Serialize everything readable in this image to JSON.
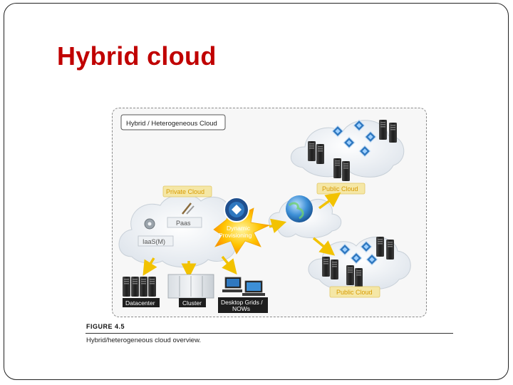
{
  "slide": {
    "title": "Hybrid cloud"
  },
  "figure": {
    "number": "FIGURE 4.5",
    "caption": "Hybrid/heterogeneous cloud overview."
  },
  "diagram": {
    "frame_label": "Hybrid / Heterogeneous Cloud",
    "private_cloud": "Private Cloud",
    "paas": "Paas",
    "iaas": "IaaS(M)",
    "provisioning_line1": "Dynamic",
    "provisioning_line2": "Provisioning",
    "public_cloud_top": "Public Cloud",
    "public_cloud_bottom": "Public Cloud",
    "datacenter": "Datacenter",
    "cluster": "Cluster",
    "desktop_line1": "Desktop Grids /",
    "desktop_line2": "NOWs"
  },
  "colors": {
    "title": "#c00000",
    "label_yellow": "#f5e7a6",
    "label_text": "#d79a00",
    "arrow": "#f2c200",
    "cloud": "#e9eef3",
    "server": "#2b2b2b",
    "vm_blue": "#2f78c0"
  }
}
